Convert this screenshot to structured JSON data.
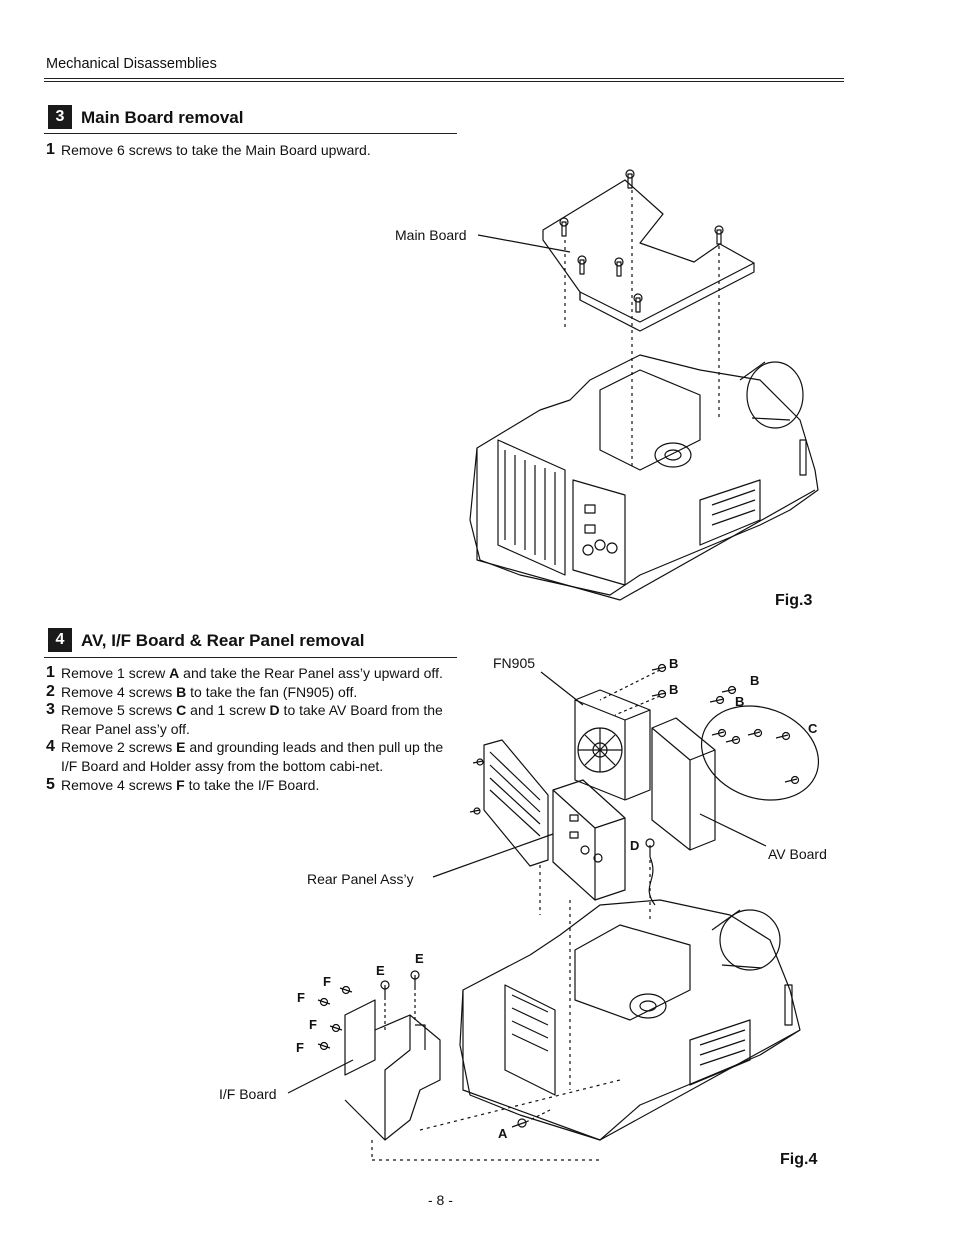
{
  "header": {
    "title": "Mechanical Disassemblies"
  },
  "section3": {
    "number": "3",
    "title": "Main Board removal",
    "steps": [
      {
        "n": "1",
        "text": "Remove 6 screws to take the Main Board upward."
      }
    ],
    "callouts": {
      "main_board": "Main Board"
    },
    "figure": "Fig.3"
  },
  "section4": {
    "number": "4",
    "title": "AV, I/F Board & Rear Panel removal",
    "steps": [
      {
        "n": "1",
        "a": "Remove 1 screw ",
        "k": "A",
        "b": " and take the Rear Panel ass’y upward off."
      },
      {
        "n": "2",
        "a": "Remove 4 screws ",
        "k": "B",
        "b": " to take the fan (FN905) off."
      },
      {
        "n": "3",
        "a": "Remove 5 screws ",
        "k": "C",
        "b": " and 1 screw ",
        "k2": "D",
        "c": " to take AV Board from the Rear Panel ass’y off."
      },
      {
        "n": "4",
        "a": "Remove 2 screws ",
        "k": "E",
        "b": " and grounding leads and then pull up the I/F Board and Holder assy from the bottom cabi-net."
      },
      {
        "n": "5",
        "a": "Remove 4 screws ",
        "k": "F",
        "b": " to take the I/F Board."
      }
    ],
    "callouts": {
      "fn905": "FN905",
      "av_board": "AV Board",
      "rear_panel": "Rear Panel Ass’y",
      "if_board": "I/F Board"
    },
    "screw_letters": {
      "a": "A",
      "b": "B",
      "c": "C",
      "d": "D",
      "e": "E",
      "f": "F"
    },
    "figure": "Fig.4"
  },
  "footer": {
    "page": "- 8 -"
  }
}
